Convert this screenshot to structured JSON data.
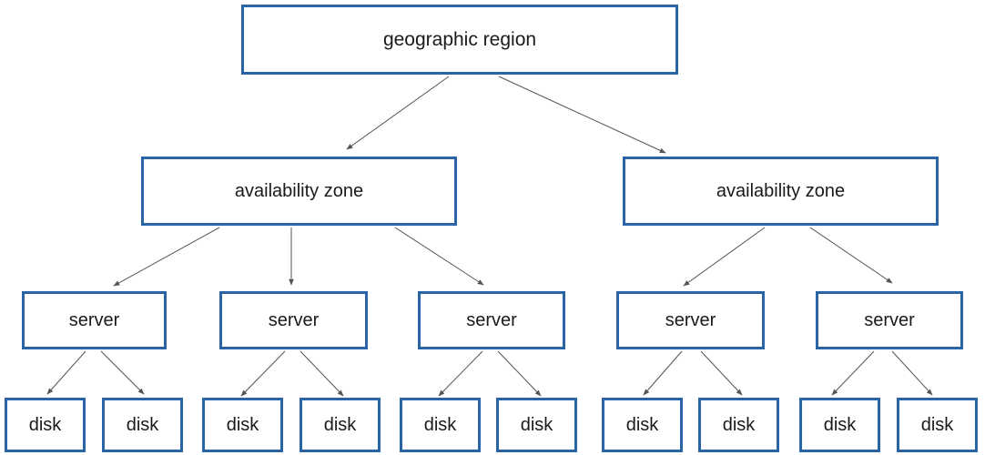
{
  "colors": {
    "box_border": "#2a64a6",
    "connector": "#555555",
    "text": "#1a1a1a",
    "background": "#ffffff"
  },
  "nodes": {
    "region": {
      "label": "geographic region"
    },
    "zones": [
      {
        "label": "availability zone"
      },
      {
        "label": "availability zone"
      }
    ],
    "servers": [
      {
        "label": "server"
      },
      {
        "label": "server"
      },
      {
        "label": "server"
      },
      {
        "label": "server"
      },
      {
        "label": "server"
      }
    ],
    "disks": [
      {
        "label": "disk"
      },
      {
        "label": "disk"
      },
      {
        "label": "disk"
      },
      {
        "label": "disk"
      },
      {
        "label": "disk"
      },
      {
        "label": "disk"
      },
      {
        "label": "disk"
      },
      {
        "label": "disk"
      },
      {
        "label": "disk"
      },
      {
        "label": "disk"
      }
    ]
  },
  "edges": [
    {
      "from": "region",
      "to": "zone-1"
    },
    {
      "from": "region",
      "to": "zone-2"
    },
    {
      "from": "zone-1",
      "to": "server-1"
    },
    {
      "from": "zone-1",
      "to": "server-2"
    },
    {
      "from": "zone-1",
      "to": "server-3"
    },
    {
      "from": "zone-2",
      "to": "server-4"
    },
    {
      "from": "zone-2",
      "to": "server-5"
    },
    {
      "from": "server-1",
      "to": "disk-1"
    },
    {
      "from": "server-1",
      "to": "disk-2"
    },
    {
      "from": "server-2",
      "to": "disk-3"
    },
    {
      "from": "server-2",
      "to": "disk-4"
    },
    {
      "from": "server-3",
      "to": "disk-5"
    },
    {
      "from": "server-3",
      "to": "disk-6"
    },
    {
      "from": "server-4",
      "to": "disk-7"
    },
    {
      "from": "server-4",
      "to": "disk-8"
    },
    {
      "from": "server-5",
      "to": "disk-9"
    },
    {
      "from": "server-5",
      "to": "disk-10"
    }
  ]
}
